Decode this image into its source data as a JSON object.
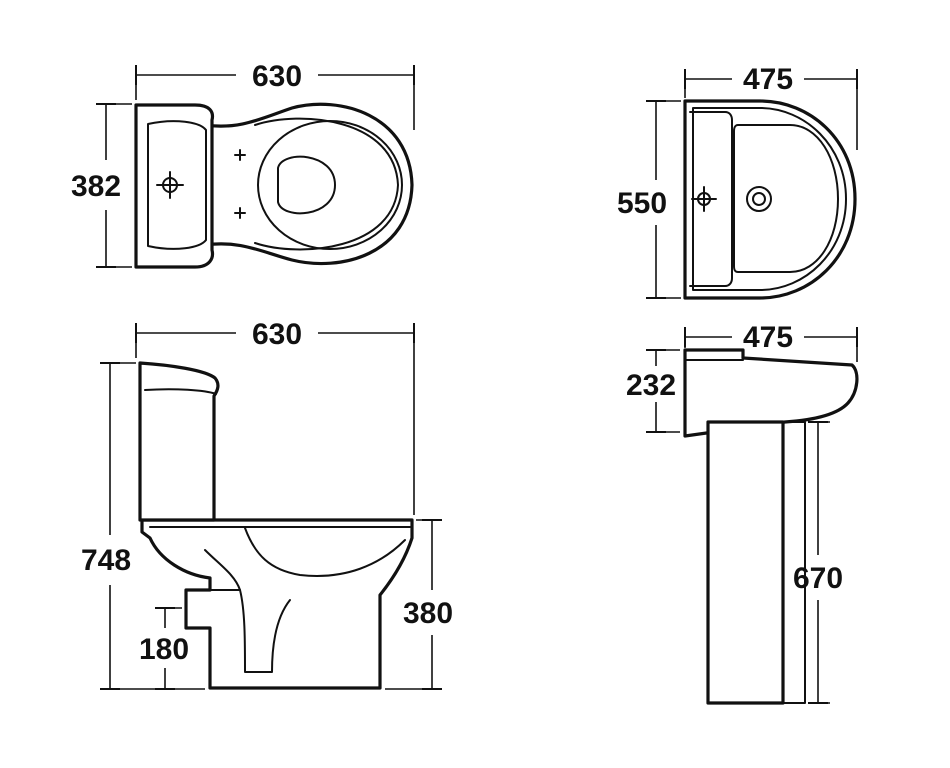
{
  "toilet": {
    "plan_width": "630",
    "plan_depth": "382",
    "side_width": "630",
    "overall_height": "748",
    "pan_height": "380",
    "outlet_height": "180"
  },
  "basin": {
    "plan_width": "475",
    "plan_depth": "550",
    "side_width": "475",
    "basin_height": "232",
    "pedestal_height": "670"
  }
}
